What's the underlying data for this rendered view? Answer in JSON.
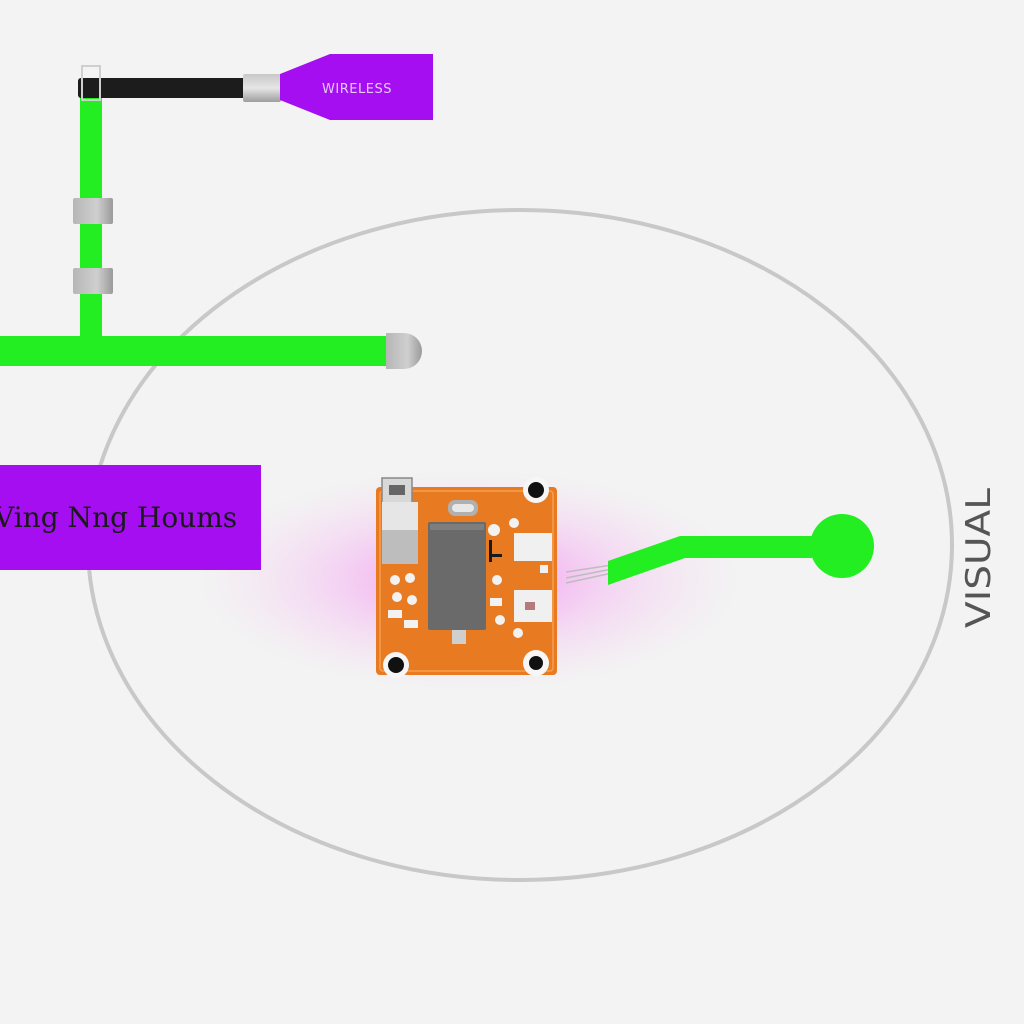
{
  "labels": {
    "top_tag": "WIRELESS",
    "left_tag": "Ving Nng Houms",
    "right_vertical": "VISUAL"
  },
  "colors": {
    "background": "#f3f3f3",
    "wire_green": "#22ee22",
    "label_purple": "#a40ef0",
    "board_orange": "#e87a22",
    "ring_gray": "#c4c4c4",
    "glow_pink": "#f59ff0",
    "connector_gray": "#aaaaaa",
    "cable_black": "#1c1c1c"
  },
  "icons": {
    "board": "circuit-board-icon",
    "chip": "chip-icon",
    "sensor": "sensor-node-icon"
  }
}
